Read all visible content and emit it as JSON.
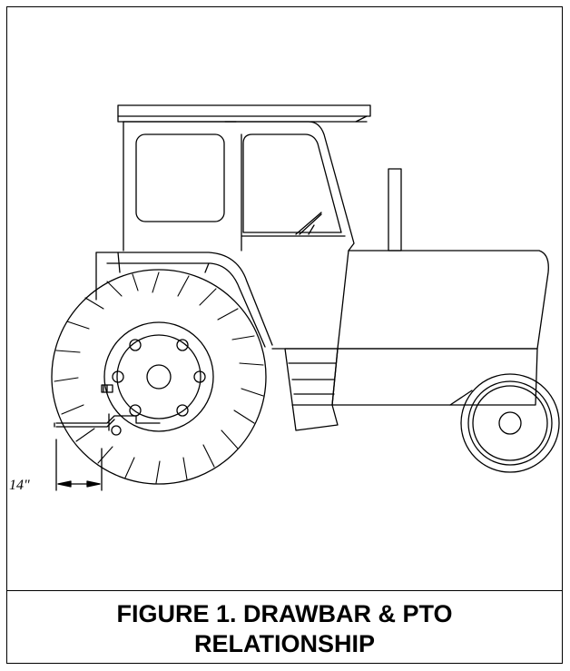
{
  "figure": {
    "caption_line1": "FIGURE 1. DRAWBAR & PTO",
    "caption_line2": "RELATIONSHIP",
    "dimension_label": "14\""
  }
}
